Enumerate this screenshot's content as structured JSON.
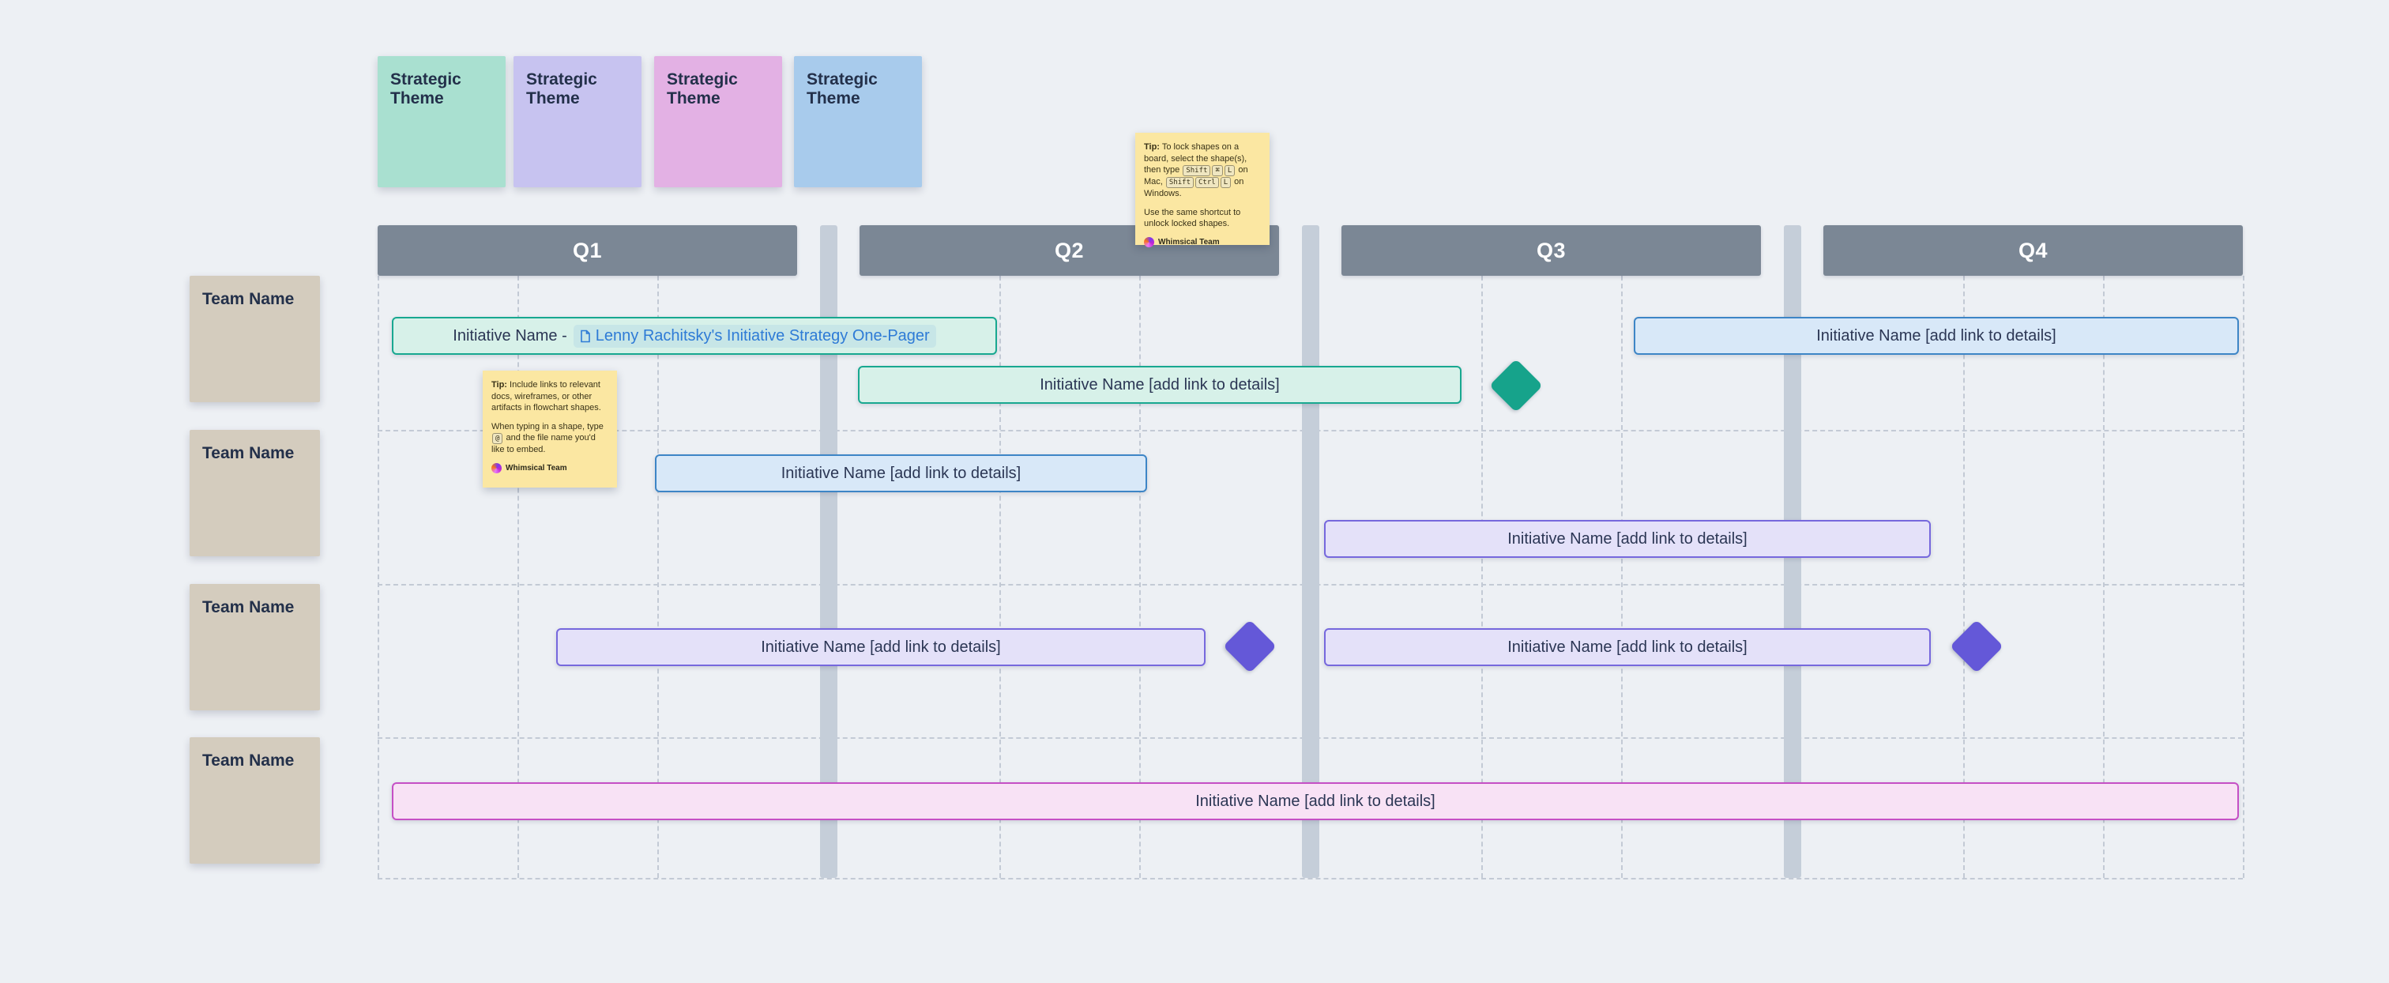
{
  "colors": {
    "background": "#edf0f4",
    "quarter_header": "#7b8795",
    "column_bar": "#c5ced9",
    "grid_line": "#c3cad5",
    "team_sticky": "#d4ccbe",
    "theme_mint": "#a9e0d0",
    "theme_lavender": "#c7c3f0",
    "theme_orchid": "#e3b1e4",
    "theme_blue": "#a8cbec",
    "note_yellow": "#fbe7a2",
    "teal_fill": "#d7f1e9",
    "teal_border": "#18a890",
    "blue_fill": "#d8e8f8",
    "blue_border": "#3d85c6",
    "purple_fill": "#e4e1f9",
    "purple_border": "#7668dd",
    "pink_fill": "#f8e2f5",
    "pink_border": "#c550c5",
    "teal_solid": "#16a38b",
    "purple_solid": "#6458d8",
    "link_blue": "#2e7bd6"
  },
  "themes": [
    {
      "label": "Strategic Theme"
    },
    {
      "label": "Strategic Theme"
    },
    {
      "label": "Strategic Theme"
    },
    {
      "label": "Strategic Theme"
    }
  ],
  "quarters": [
    {
      "label": "Q1"
    },
    {
      "label": "Q2"
    },
    {
      "label": "Q3"
    },
    {
      "label": "Q4"
    }
  ],
  "teams": [
    {
      "label": "Team Name"
    },
    {
      "label": "Team Name"
    },
    {
      "label": "Team Name"
    },
    {
      "label": "Team Name"
    }
  ],
  "tips": {
    "lock": {
      "label": "Tip:",
      "text1": "To lock shapes on a board, select the shape(s), then type",
      "keys_mac": [
        "Shift",
        "⌘",
        "L"
      ],
      "text2": "on Mac,",
      "keys_win": [
        "Shift",
        "Ctrl",
        "L"
      ],
      "text3": "on Windows.",
      "para2": "Use the same shortcut to unlock locked shapes.",
      "author": "Whimsical Team"
    },
    "links": {
      "label": "Tip:",
      "para1": "Include links to relevant docs, wireframes, or other artifacts in flowchart shapes.",
      "para2_pre": "When typing in a shape, type",
      "key": "@",
      "para2_post": "and the file name you'd like to embed.",
      "author": "Whimsical Team"
    }
  },
  "initiatives": {
    "linked": {
      "prefix": "Initiative Name -",
      "link": "Lenny Rachitsky's Initiative Strategy One-Pager"
    },
    "generic": "Initiative Name [add link to details]"
  }
}
